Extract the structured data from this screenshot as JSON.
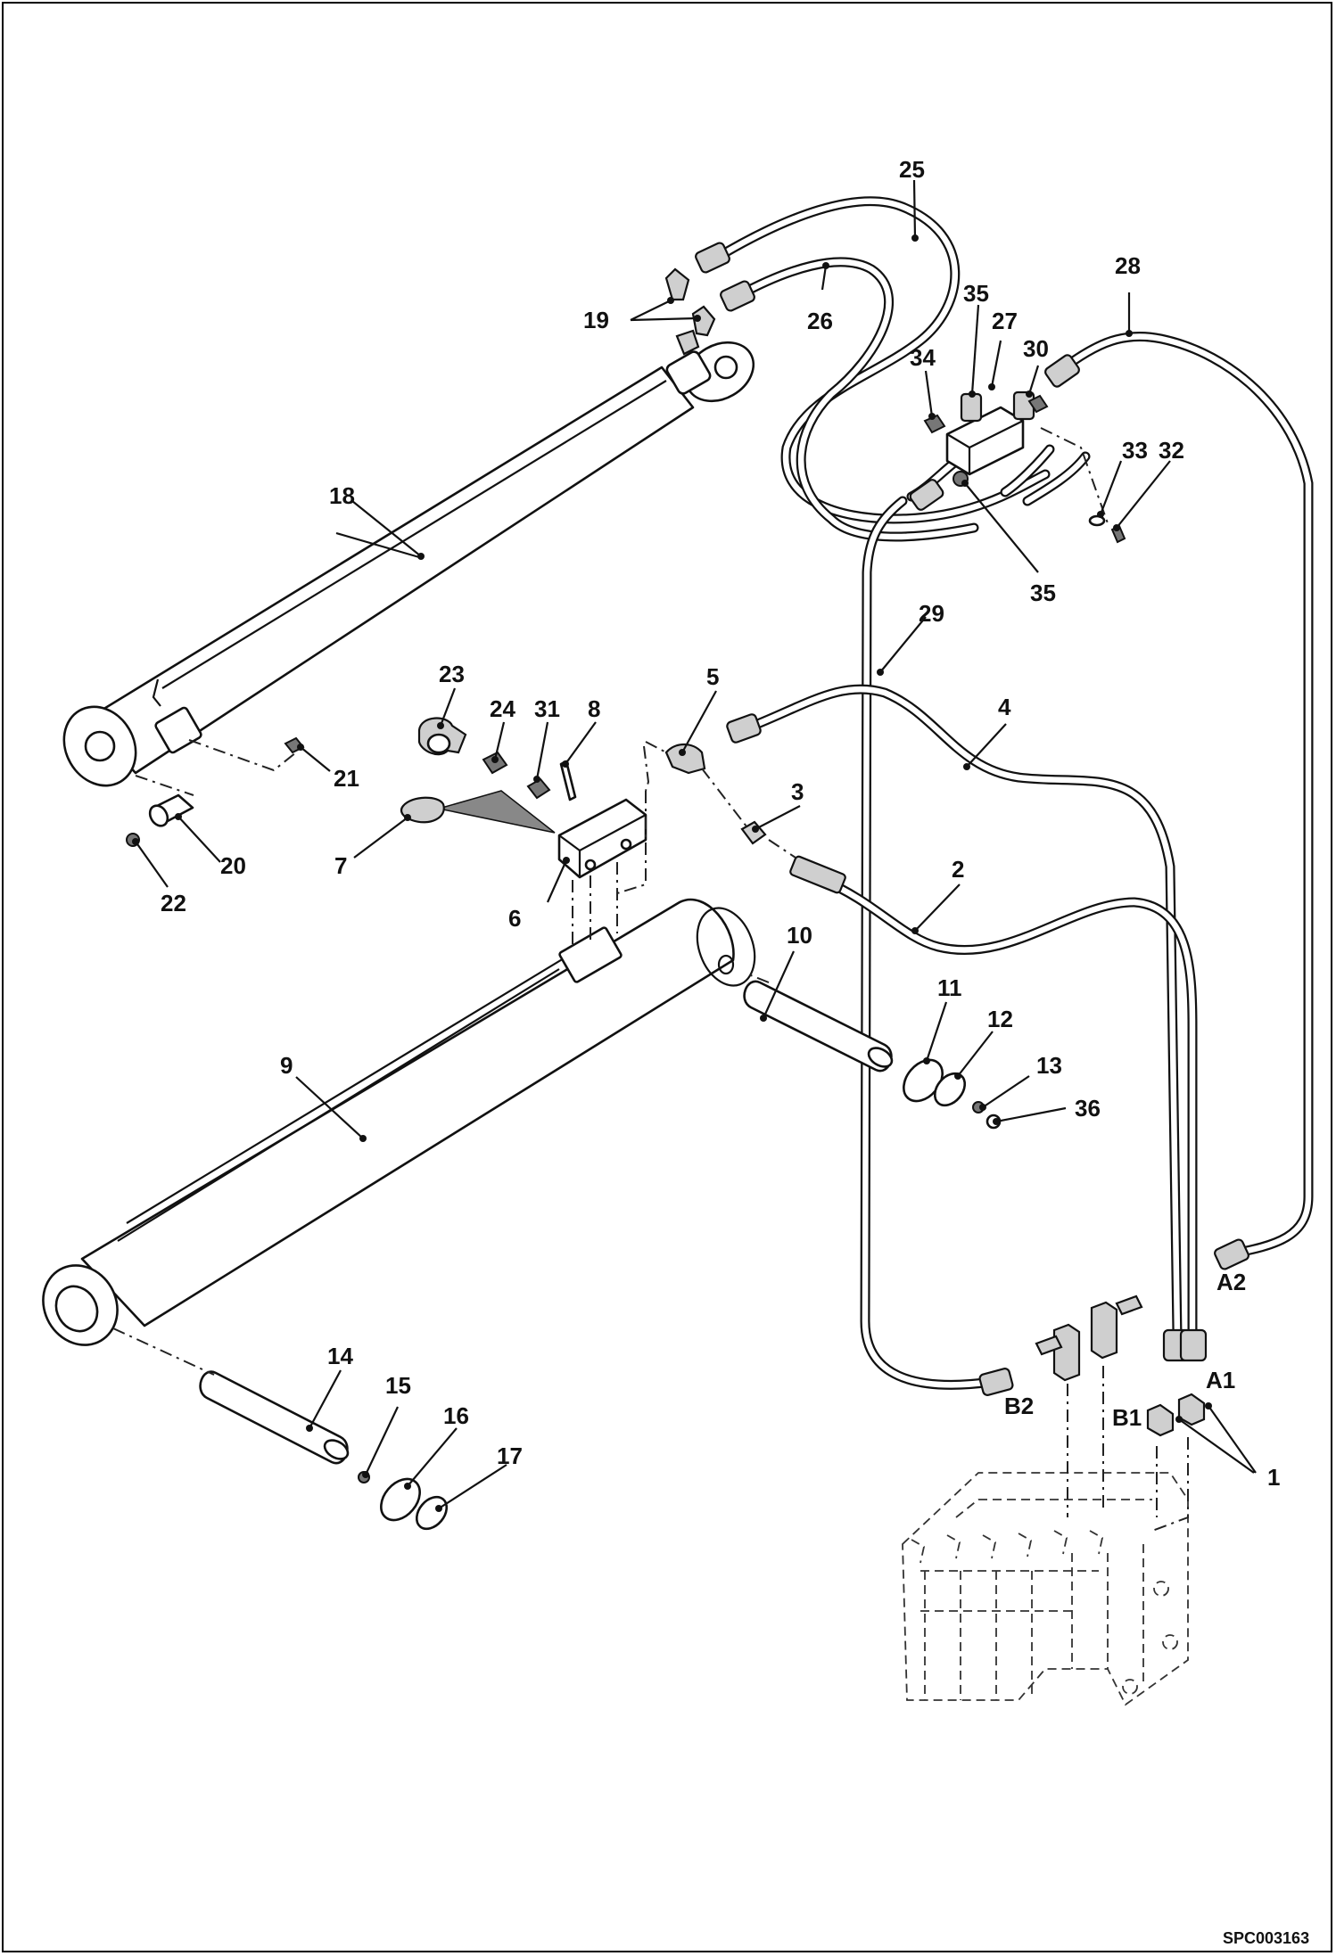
{
  "callouts": [
    {
      "id": "1",
      "text": "1"
    },
    {
      "id": "2",
      "text": "2"
    },
    {
      "id": "3",
      "text": "3"
    },
    {
      "id": "4",
      "text": "4"
    },
    {
      "id": "5",
      "text": "5"
    },
    {
      "id": "6",
      "text": "6"
    },
    {
      "id": "7",
      "text": "7"
    },
    {
      "id": "8",
      "text": "8"
    },
    {
      "id": "9",
      "text": "9"
    },
    {
      "id": "10",
      "text": "10"
    },
    {
      "id": "11",
      "text": "11"
    },
    {
      "id": "12",
      "text": "12"
    },
    {
      "id": "13",
      "text": "13"
    },
    {
      "id": "14",
      "text": "14"
    },
    {
      "id": "15",
      "text": "15"
    },
    {
      "id": "16",
      "text": "16"
    },
    {
      "id": "17",
      "text": "17"
    },
    {
      "id": "18",
      "text": "18"
    },
    {
      "id": "19",
      "text": "19"
    },
    {
      "id": "20",
      "text": "20"
    },
    {
      "id": "21",
      "text": "21"
    },
    {
      "id": "22",
      "text": "22"
    },
    {
      "id": "23",
      "text": "23"
    },
    {
      "id": "24",
      "text": "24"
    },
    {
      "id": "25",
      "text": "25"
    },
    {
      "id": "26",
      "text": "26"
    },
    {
      "id": "27",
      "text": "27"
    },
    {
      "id": "28",
      "text": "28"
    },
    {
      "id": "29",
      "text": "29"
    },
    {
      "id": "30",
      "text": "30"
    },
    {
      "id": "31",
      "text": "31"
    },
    {
      "id": "32",
      "text": "32"
    },
    {
      "id": "33",
      "text": "33"
    },
    {
      "id": "34",
      "text": "34"
    },
    {
      "id": "35a",
      "text": "35"
    },
    {
      "id": "35b",
      "text": "35"
    },
    {
      "id": "36",
      "text": "36"
    },
    {
      "id": "A1",
      "text": "A1"
    },
    {
      "id": "A2",
      "text": "A2"
    },
    {
      "id": "B1",
      "text": "B1"
    },
    {
      "id": "B2",
      "text": "B2"
    }
  ],
  "reference_code": "SPC003163"
}
